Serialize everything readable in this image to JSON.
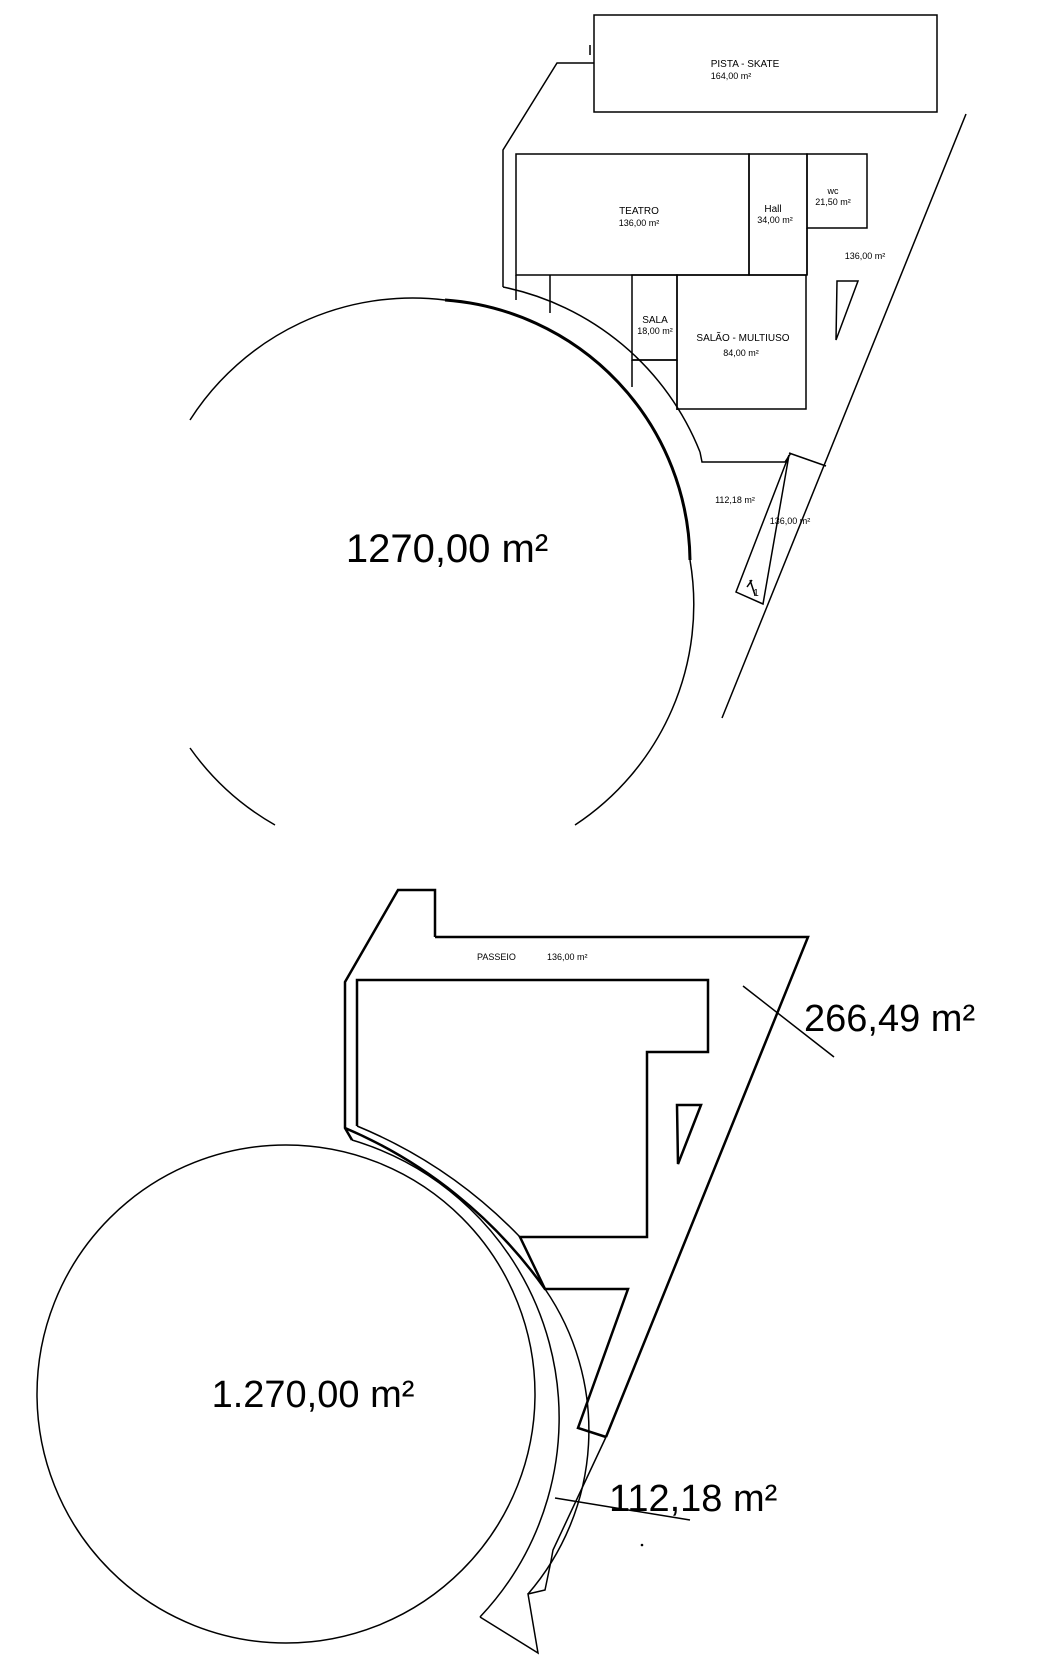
{
  "plan_top": {
    "rooms": [
      {
        "id": "pista",
        "name": "PISTA - SKATE",
        "area": "164,00 m²"
      },
      {
        "id": "teatro",
        "name": "TEATRO",
        "area": "136,00 m²"
      },
      {
        "id": "hall",
        "name": "Hall",
        "area": "34,00 m²"
      },
      {
        "id": "wc",
        "name": "wc",
        "area": "21,50 m²"
      },
      {
        "id": "open",
        "name": "",
        "area": "136,00 m²"
      },
      {
        "id": "sala",
        "name": "SALA",
        "area": "18,00 m²"
      },
      {
        "id": "salao",
        "name": "SALÃO - MULTIUSO",
        "area": "84,00 m²"
      }
    ],
    "lower_left_area": "112,18 m²",
    "lower_right_area": "136,00 m²",
    "marker": "1",
    "circle_area": "1270,00 m²"
  },
  "plan_bottom": {
    "passeio_label": "PASSEIO",
    "passeio_area": "136,00 m²",
    "triangle_area": "266,49 m²",
    "strip_area": "112,18 m²",
    "circle_area": "1.270,00 m²"
  }
}
